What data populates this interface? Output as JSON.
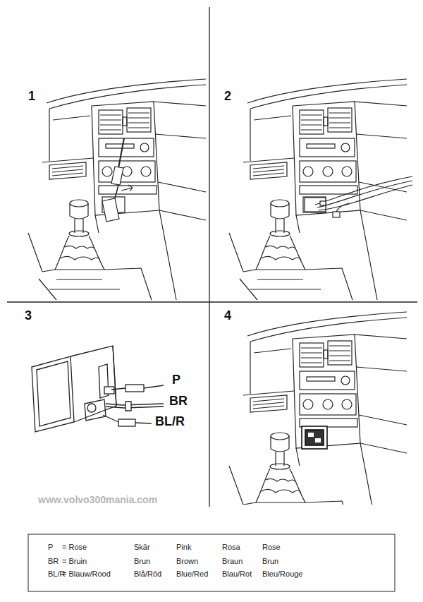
{
  "diagram": {
    "labels": [
      "1",
      "2",
      "3",
      "4",
      "P",
      "BR",
      "BL/R",
      "www.volvo300mania.com",
      "P",
      "= Rose",
      "Skär",
      "Pink",
      "Rosa",
      "Rose",
      "BR",
      "= Bruin",
      "Brun",
      "Brown",
      "Braun",
      "Brun",
      "BL/R",
      "= Blauw/Rood",
      "Blå/Röd",
      "Blue/Red",
      "Blau/Rot",
      "Bleu/Rouge"
    ]
  }
}
